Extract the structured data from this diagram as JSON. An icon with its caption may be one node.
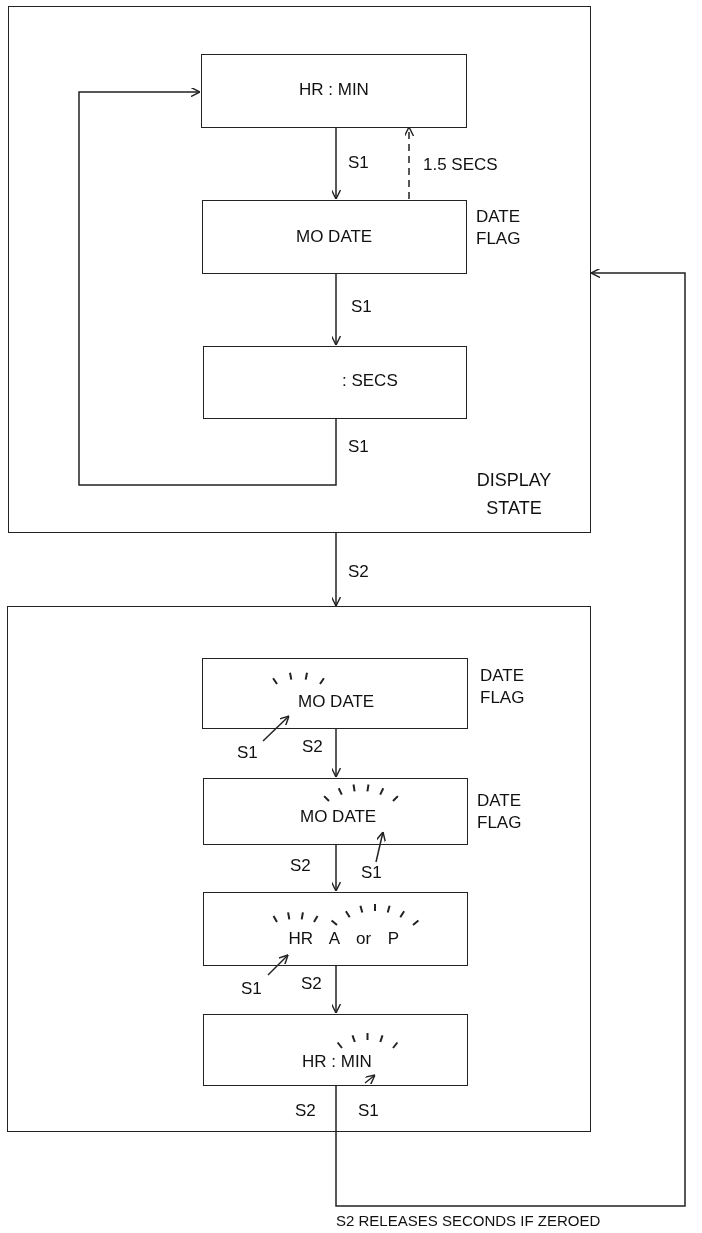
{
  "diagram": {
    "nodes": [
      {
        "text": [
          "DISPLAY STATE"
        ]
      },
      {
        "text": [
          "HR : MIN"
        ],
        "in": 0
      },
      {
        "text": [
          "MO DATE"
        ],
        "in": 0,
        "beside": [
          "DATE FLAG"
        ]
      },
      {
        "text": [
          ": SECS"
        ],
        "in": 0
      },
      {
        "text": [],
        "shape": "box"
      },
      {
        "text": [
          "MO DATE"
        ],
        "in": 4,
        "beside": [
          "DATE FLAG"
        ]
      },
      {
        "text": [
          "MO DATE"
        ],
        "in": 4,
        "beside": [
          "DATE FLAG"
        ]
      },
      {
        "text": [
          "HR A or P"
        ],
        "in": 4
      },
      {
        "text": [
          "HR : MIN"
        ],
        "in": 4
      }
    ],
    "edges": [
      {
        "from": 1,
        "to": 2,
        "arrow": "to",
        "label": "S1"
      },
      {
        "from": 2,
        "to": 1,
        "arrow": "to",
        "label": "1.5 SECS",
        "style": "dashed"
      },
      {
        "from": 2,
        "to": 3,
        "arrow": "to",
        "label": "S1"
      },
      {
        "from": 3,
        "to": 1,
        "arrow": "to",
        "label": "S1"
      },
      {
        "from": 0,
        "to": 4,
        "arrow": "to",
        "label": "S2"
      },
      {
        "from": 5,
        "to": 6,
        "arrow": "to",
        "label": "S2"
      },
      {
        "from": 6,
        "to": 7,
        "arrow": "to",
        "label": "S2"
      },
      {
        "from": 7,
        "to": 8,
        "arrow": "to",
        "label": "S2"
      },
      {
        "from": 8,
        "to": 0,
        "arrow": "to",
        "label": "S2"
      },
      {
        "from": null,
        "to": 5,
        "arrow": "to",
        "label": "S1"
      },
      {
        "from": null,
        "to": 6,
        "arrow": "to",
        "label": "S1"
      },
      {
        "from": null,
        "to": 7,
        "arrow": "to",
        "label": "S1"
      },
      {
        "from": null,
        "to": 8,
        "arrow": "to",
        "label": "S1"
      }
    ],
    "labels": [
      "S2 RELEASES SECONDS IF ZEROED"
    ]
  }
}
